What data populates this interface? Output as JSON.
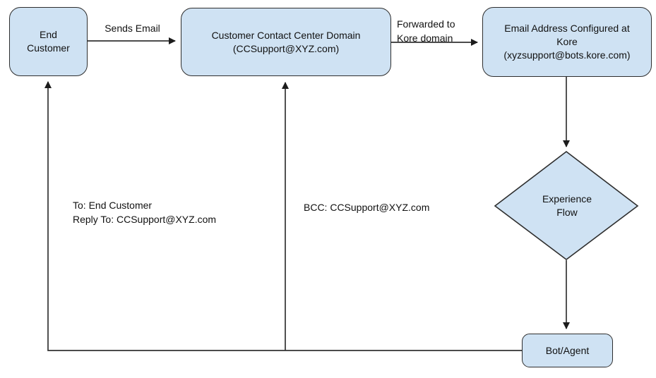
{
  "colors": {
    "node_fill": "#cfe2f3",
    "node_border": "#2e2e2e",
    "edge_stroke": "#333333",
    "background": "#ffffff",
    "text": "#111111"
  },
  "nodes": {
    "end_customer": {
      "label": "End\nCustomer",
      "shape": "rounded-rectangle"
    },
    "contact_center": {
      "label": "Customer Contact Center Domain\n(CCSupport@XYZ.com)",
      "shape": "rounded-rectangle"
    },
    "kore_email": {
      "label": "Email Address Configured at\nKore\n(xyzsupport@bots.kore.com)",
      "shape": "rounded-rectangle"
    },
    "experience_flow": {
      "label": "Experience\nFlow",
      "shape": "diamond"
    },
    "bot_agent": {
      "label": "Bot/Agent",
      "shape": "rounded-rectangle"
    }
  },
  "edges": {
    "sends_email": {
      "label": "Sends Email",
      "from": "end_customer",
      "to": "contact_center"
    },
    "forwarded": {
      "label": "Forwarded to\nKore domain",
      "from": "contact_center",
      "to": "kore_email"
    },
    "to_flow": {
      "label": "",
      "from": "kore_email",
      "to": "experience_flow"
    },
    "to_bot": {
      "label": "",
      "from": "experience_flow",
      "to": "bot_agent"
    },
    "reply": {
      "label": "To: End Customer\nReply To: CCSupport@XYZ.com",
      "from": "bot_agent",
      "to": "end_customer"
    },
    "bcc": {
      "label": "BCC: CCSupport@XYZ.com",
      "from": "bot_agent",
      "to": "contact_center"
    }
  }
}
